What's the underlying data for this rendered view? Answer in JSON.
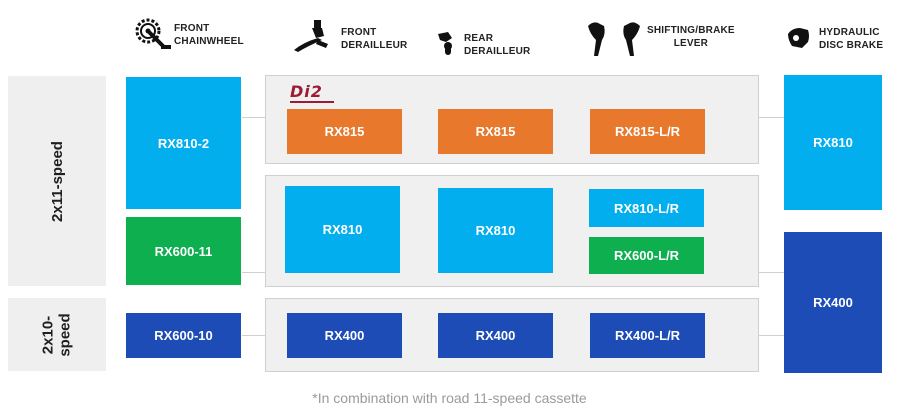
{
  "headers": [
    {
      "id": "front-chainwheel",
      "icon": "crankset-icon",
      "lines": [
        "FRONT",
        "CHAINWHEEL"
      ]
    },
    {
      "id": "front-derailleur",
      "icon": "front-derailleur-icon",
      "lines": [
        "FRONT",
        "DERAILLEUR"
      ]
    },
    {
      "id": "rear-derailleur",
      "icon": "rear-derailleur-icon",
      "lines": [
        "REAR",
        "DERAILLEUR"
      ]
    },
    {
      "id": "shifting-brake-lever",
      "icon": "shifter-levers-icon",
      "lines": [
        "SHIFTING/BRAKE",
        "LEVER"
      ]
    },
    {
      "id": "hydraulic-disc-brake",
      "icon": "disc-brake-caliper-icon",
      "lines": [
        "HYDRAULIC",
        "DISC BRAKE"
      ]
    }
  ],
  "rows": {
    "eleven": {
      "label": "2x11-speed"
    },
    "ten": {
      "label_lines": [
        "2x10-",
        "speed"
      ]
    }
  },
  "di2_logo": "Di2",
  "components": {
    "chainwheel_rx810_2": "RX810-2",
    "chainwheel_rx600_11": "RX600-11",
    "chainwheel_rx600_10": "RX600-10",
    "di2_front_derailleur": "RX815",
    "di2_rear_derailleur": "RX815",
    "di2_lever": "RX815-L/R",
    "mech_front_derailleur": "RX810",
    "mech_rear_derailleur": "RX810",
    "mech_lever_rx810": "RX810-L/R",
    "mech_lever_rx600": "RX600-L/R",
    "ten_front_derailleur": "RX400",
    "ten_rear_derailleur": "RX400",
    "ten_lever": "RX400-L/R",
    "brake_rx810": "RX810",
    "brake_rx400": "RX400"
  },
  "colors": {
    "light_blue": "#03aeef",
    "green": "#0daf4f",
    "dark_blue": "#1d4cb7",
    "orange": "#e7782c",
    "di2_red": "#9b1c33"
  },
  "footnote": "*In combination with road 11-speed cassette"
}
